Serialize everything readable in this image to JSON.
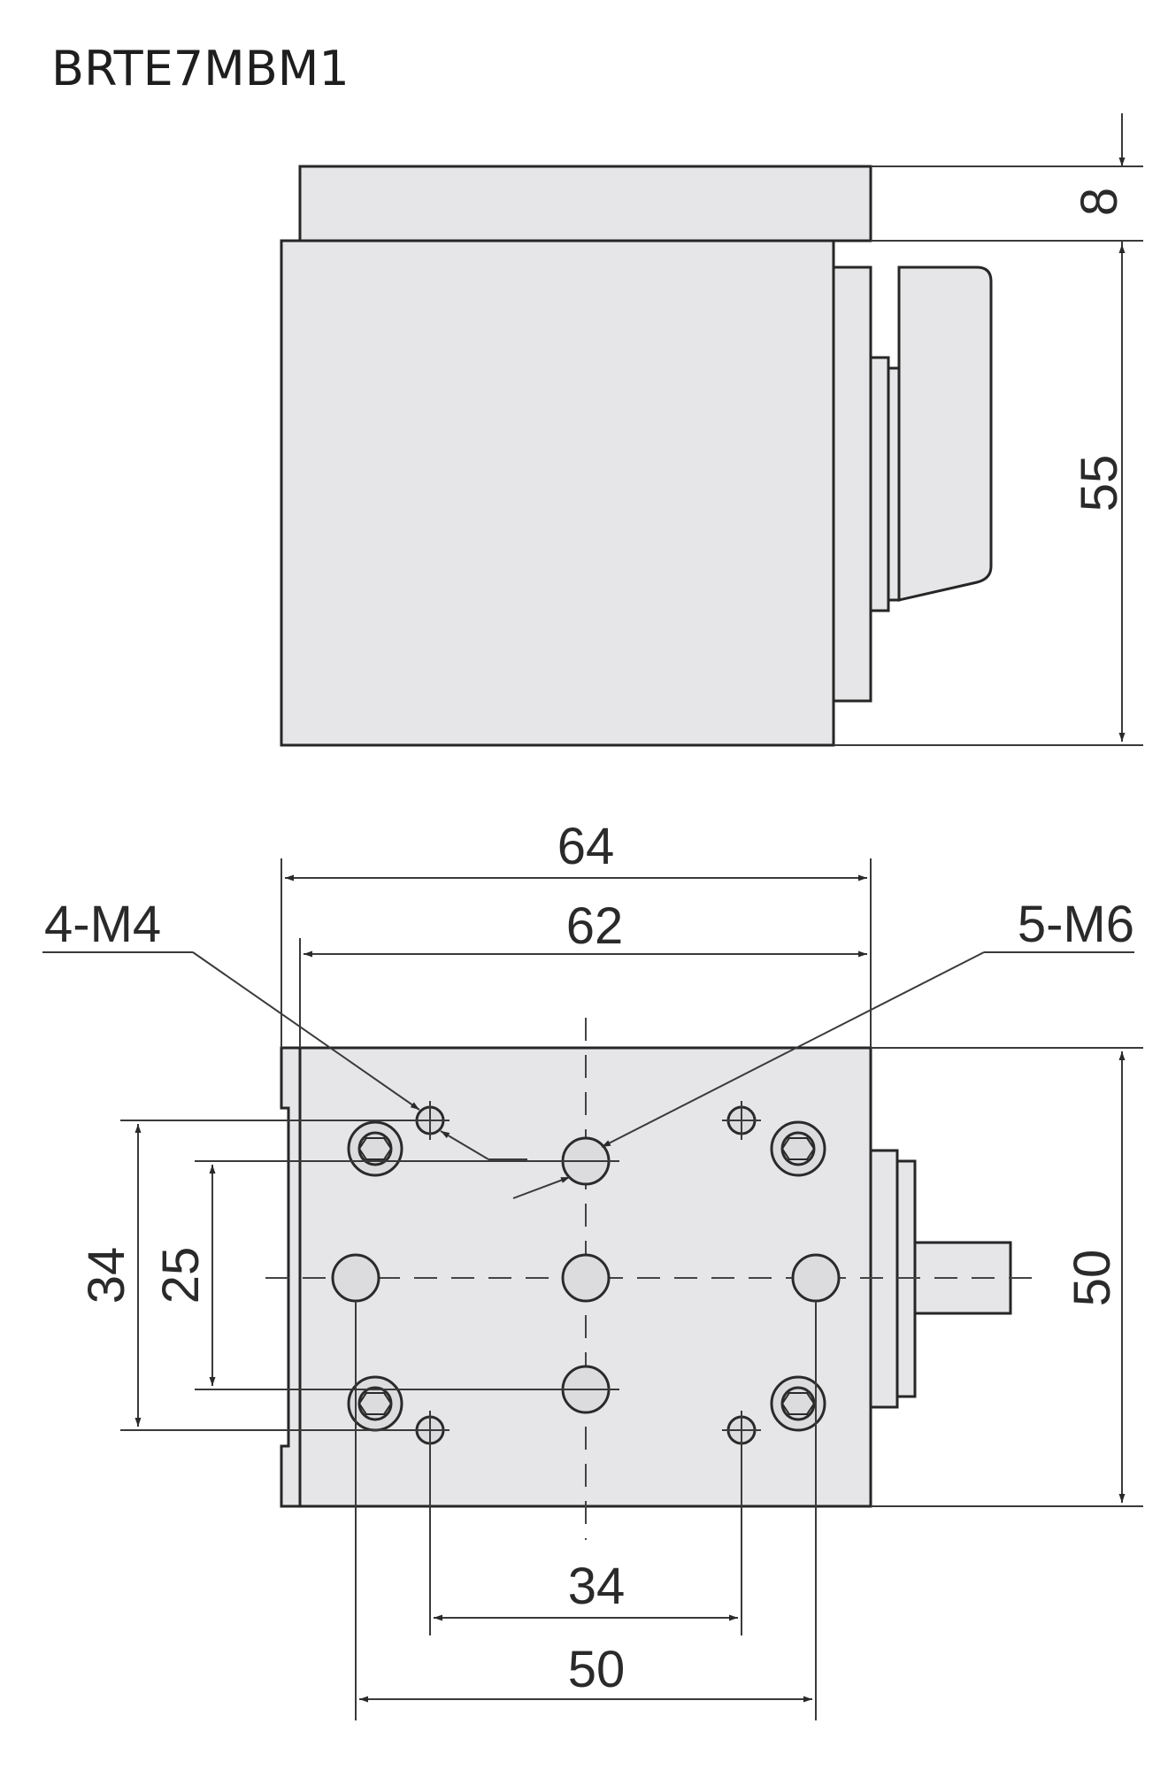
{
  "title": "BRTE7MBM1",
  "side_view": {
    "dimensions": {
      "top_plate_height": "8",
      "body_height": "55"
    }
  },
  "top_view": {
    "dimensions": {
      "overall_width": "64",
      "inner_width": "62",
      "depth": "50",
      "m4_pitch_vertical": "34",
      "m6_pitch_vertical": "25",
      "m4_pitch_horizontal": "34",
      "m6_pitch_horizontal": "50"
    },
    "callouts": {
      "m4_holes": "4-M4",
      "m6_holes": "5-M6"
    }
  },
  "colors": {
    "body": "#e6e6e8",
    "line": "#262626"
  }
}
